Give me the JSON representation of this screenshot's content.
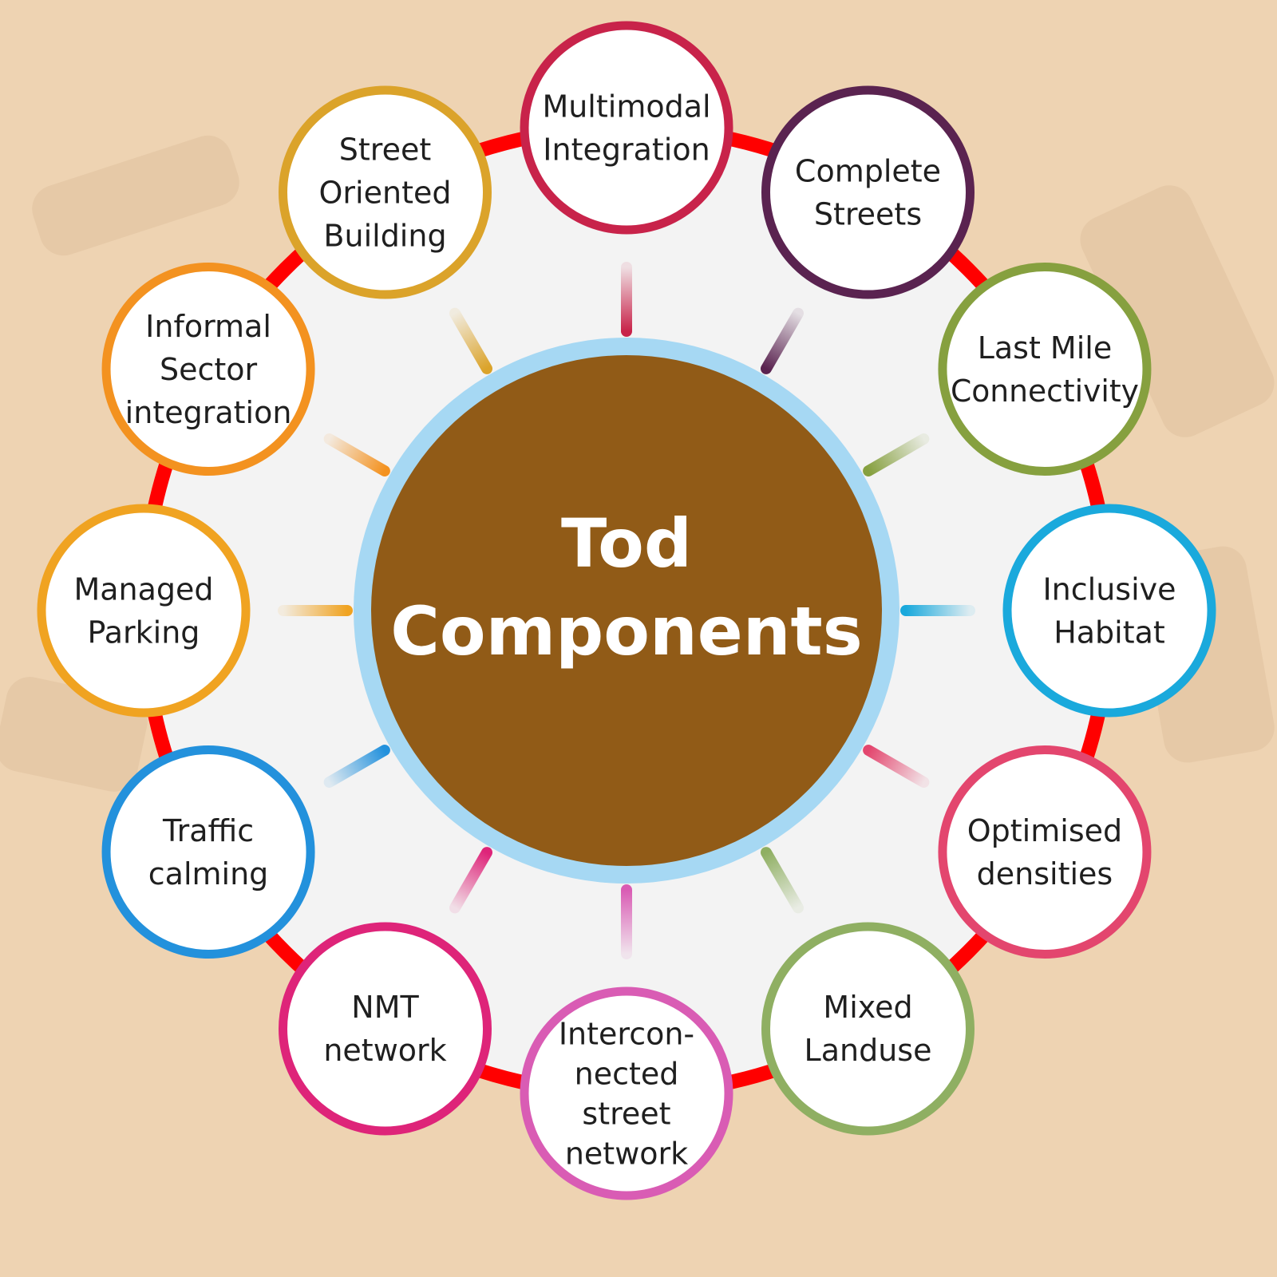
{
  "title": {
    "line1": "Tod",
    "line2": "Components"
  },
  "colors": {
    "background": "#eed3b2",
    "ring_fill": "#f3f3f3",
    "connector": "#ff0000",
    "center_fill": "#915b17",
    "center_border": "#a6d8f3",
    "title_text": "#ffffff"
  },
  "nodes": [
    {
      "id": "multimodal-integration",
      "lines": [
        "Multimodal",
        "Integration"
      ],
      "color": "#c8234a"
    },
    {
      "id": "complete-streets",
      "lines": [
        "Complete",
        "Streets"
      ],
      "color": "#5a2350"
    },
    {
      "id": "last-mile-connectivity",
      "lines": [
        "Last Mile",
        "Connectivity"
      ],
      "color": "#86a03f"
    },
    {
      "id": "inclusive-habitat",
      "lines": [
        "Inclusive",
        "Habitat"
      ],
      "color": "#1aa9dc"
    },
    {
      "id": "optimised-densities",
      "lines": [
        "Optimised",
        "densities"
      ],
      "color": "#e3466e"
    },
    {
      "id": "mixed-landuse",
      "lines": [
        "Mixed",
        "Landuse"
      ],
      "color": "#8faf62"
    },
    {
      "id": "interconnected-street-network",
      "lines": [
        "Intercon-",
        "nected",
        "street",
        "network"
      ],
      "color": "#d95cb4"
    },
    {
      "id": "nmt-network",
      "lines": [
        "NMT",
        "network"
      ],
      "color": "#de2479"
    },
    {
      "id": "traffic-calming",
      "lines": [
        "Traffic",
        "calming"
      ],
      "color": "#2391dc"
    },
    {
      "id": "managed-parking",
      "lines": [
        "Managed",
        "Parking"
      ],
      "color": "#f0a321"
    },
    {
      "id": "informal-sector-integration",
      "lines": [
        "Informal",
        "Sector",
        "integration"
      ],
      "color": "#f39220"
    },
    {
      "id": "street-oriented-building",
      "lines": [
        "Street",
        "Oriented",
        "Building"
      ],
      "color": "#dba32a"
    }
  ]
}
